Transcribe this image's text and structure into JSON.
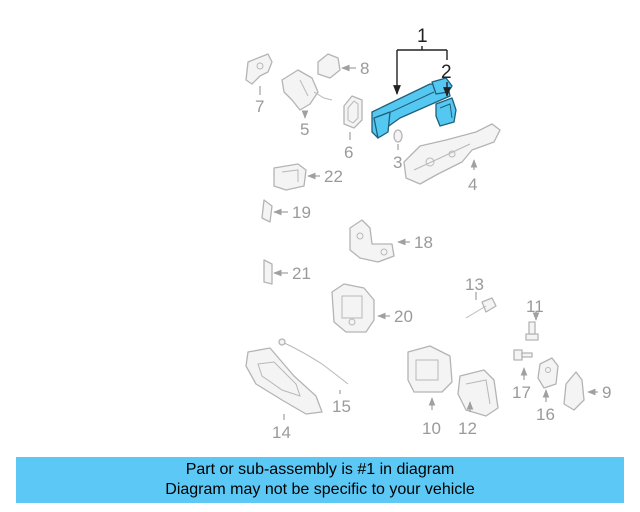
{
  "diagram": {
    "highlight_color": "#55c8f2",
    "callouts": [
      "1",
      "2",
      "3",
      "4",
      "5",
      "6",
      "7",
      "8",
      "9",
      "10",
      "11",
      "12",
      "13",
      "14",
      "15",
      "16",
      "17",
      "18",
      "19",
      "20",
      "21",
      "22"
    ]
  },
  "banner": {
    "line1": "Part or sub-assembly is #1 in diagram",
    "line2": "Diagram may not be specific to your vehicle",
    "color": "#5bc8f5"
  }
}
